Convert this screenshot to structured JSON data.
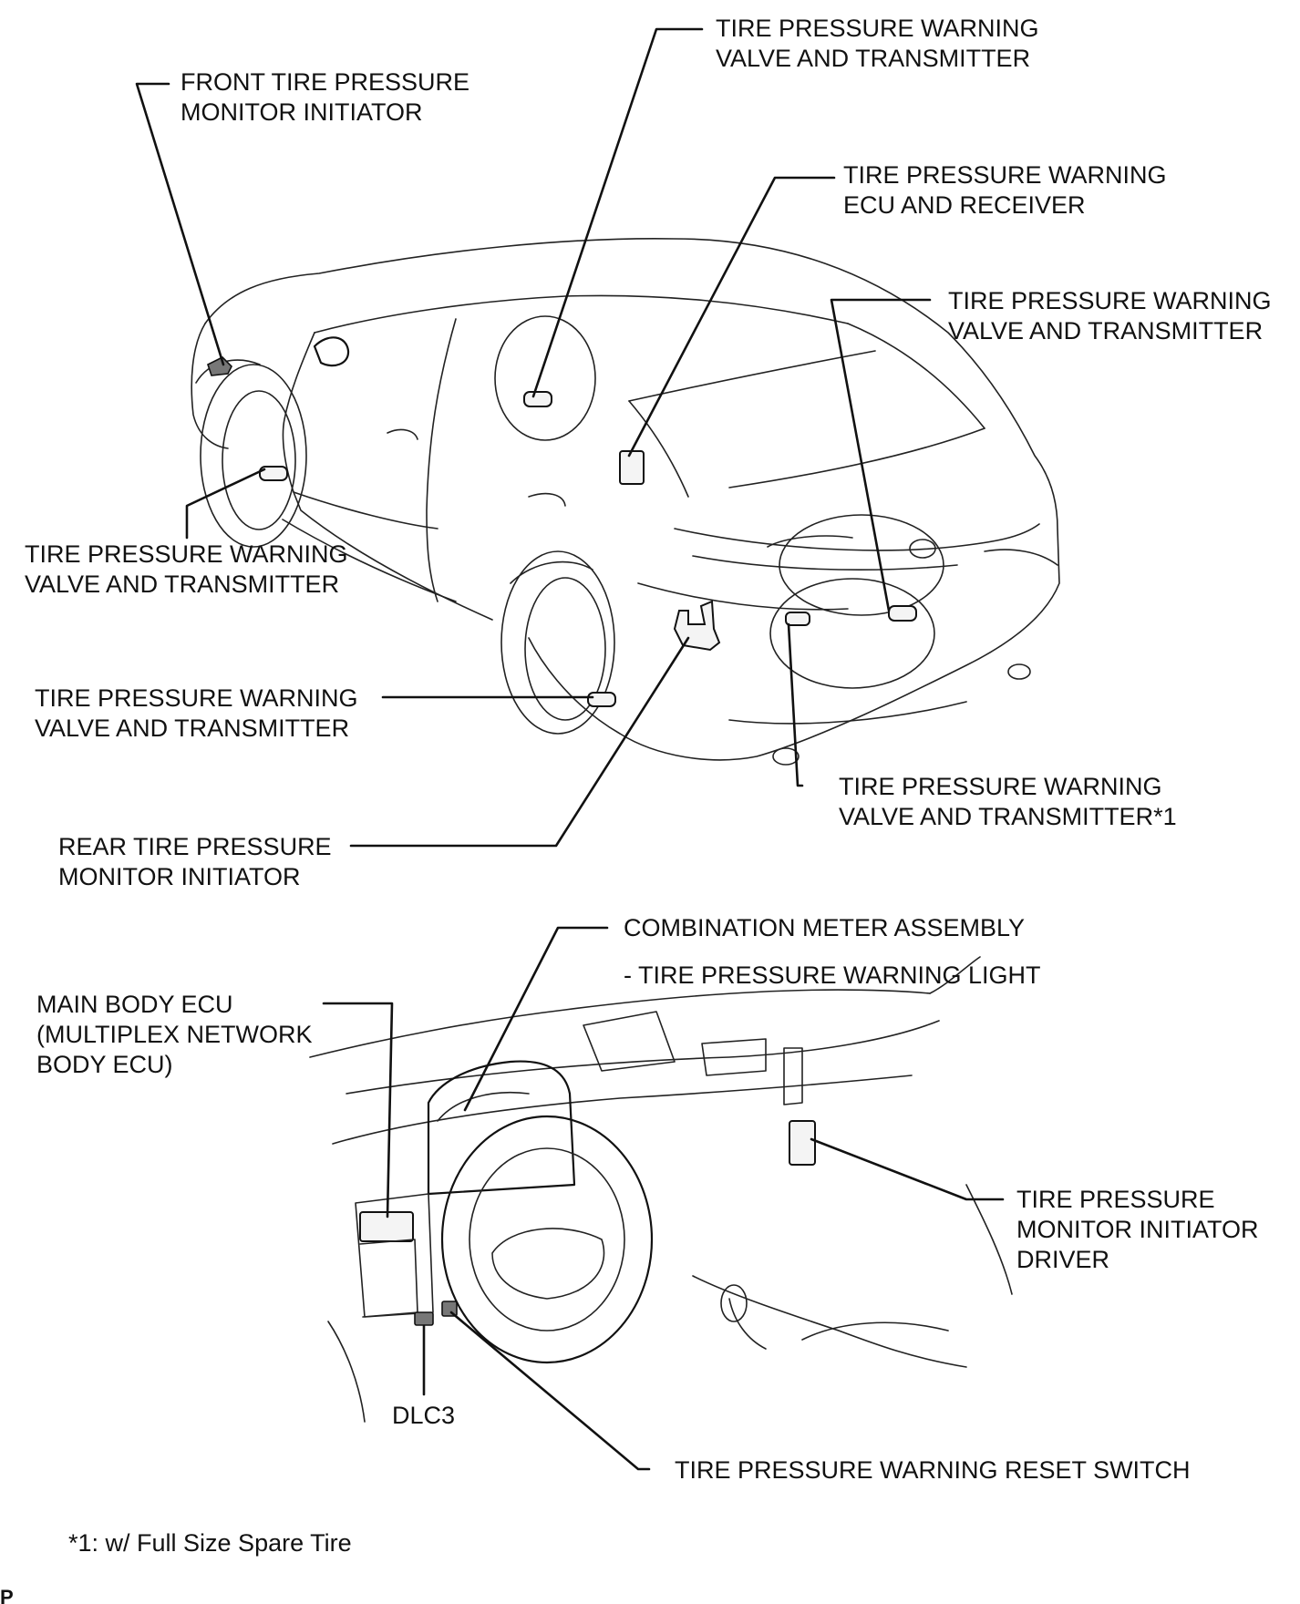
{
  "labels": {
    "front_initiator": [
      "FRONT TIRE PRESSURE",
      "MONITOR INITIATOR"
    ],
    "valve_top": [
      "TIRE PRESSURE WARNING",
      "VALVE AND TRANSMITTER"
    ],
    "ecu_receiver": [
      "TIRE PRESSURE WARNING",
      "ECU AND RECEIVER"
    ],
    "valve_right": [
      "TIRE PRESSURE WARNING",
      "VALVE AND TRANSMITTER"
    ],
    "valve_front_left": [
      "TIRE PRESSURE WARNING",
      "VALVE AND TRANSMITTER"
    ],
    "valve_rear_left": [
      "TIRE PRESSURE WARNING",
      "VALVE AND TRANSMITTER"
    ],
    "valve_spare": [
      "TIRE PRESSURE WARNING",
      "VALVE AND TRANSMITTER*1"
    ],
    "rear_initiator": [
      "REAR TIRE PRESSURE",
      "MONITOR INITIATOR"
    ],
    "combination_meter": [
      "COMBINATION METER ASSEMBLY",
      "- TIRE PRESSURE WARNING LIGHT"
    ],
    "main_body_ecu": [
      "MAIN BODY ECU",
      "(MULTIPLEX NETWORK",
      "BODY ECU)"
    ],
    "initiator_driver": [
      "TIRE PRESSURE",
      "MONITOR INITIATOR",
      "DRIVER"
    ],
    "dlc3": [
      "DLC3"
    ],
    "reset_switch": [
      "TIRE PRESSURE WARNING RESET SWITCH"
    ],
    "footnote": [
      "*1: w/ Full Size Spare Tire"
    ],
    "corner_mark": [
      "P"
    ]
  }
}
